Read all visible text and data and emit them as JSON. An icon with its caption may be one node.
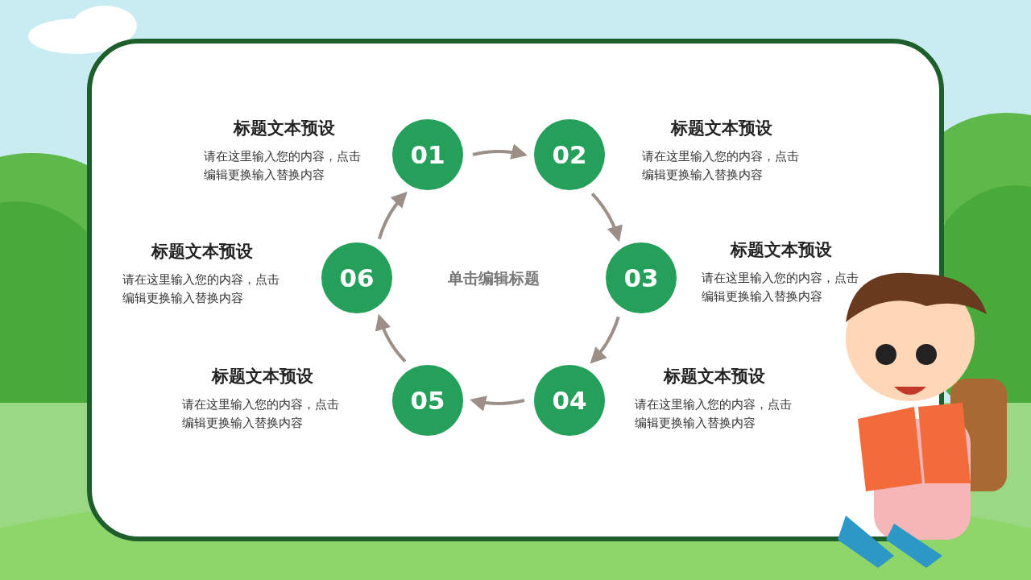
{
  "diagram": {
    "nodes": [
      {
        "text": [
          "01"
        ],
        "beside": [
          "标题文本预设",
          "请在这里输入您的内容，点击编辑更换输入替换内容"
        ]
      },
      {
        "text": [
          "02"
        ],
        "beside": [
          "标题文本预设",
          "请在这里输入您的内容，点击编辑更换输入替换内容"
        ]
      },
      {
        "text": [
          "03"
        ],
        "beside": [
          "标题文本预设",
          "请在这里输入您的内容，点击编辑更换输入替换内容"
        ]
      },
      {
        "text": [
          "04"
        ],
        "beside": [
          "标题文本预设",
          "请在这里输入您的内容，点击编辑更换输入替换内容"
        ]
      },
      {
        "text": [
          "05"
        ],
        "beside": [
          "标题文本预设",
          "请在这里输入您的内容，点击编辑更换输入替换内容"
        ]
      },
      {
        "text": [
          "06"
        ],
        "beside": [
          "标题文本预设",
          "请在这里输入您的内容，点击编辑更换输入替换内容"
        ]
      }
    ],
    "edges": [
      {
        "from": 0,
        "to": 1,
        "arrow": "to"
      },
      {
        "from": 1,
        "to": 2,
        "arrow": "to"
      },
      {
        "from": 2,
        "to": 3,
        "arrow": "to"
      },
      {
        "from": 3,
        "to": 4,
        "arrow": "to"
      },
      {
        "from": 4,
        "to": 5,
        "arrow": "to"
      },
      {
        "from": 5,
        "to": 0,
        "arrow": "to"
      }
    ],
    "labels": [
      "单击编辑标题"
    ]
  }
}
